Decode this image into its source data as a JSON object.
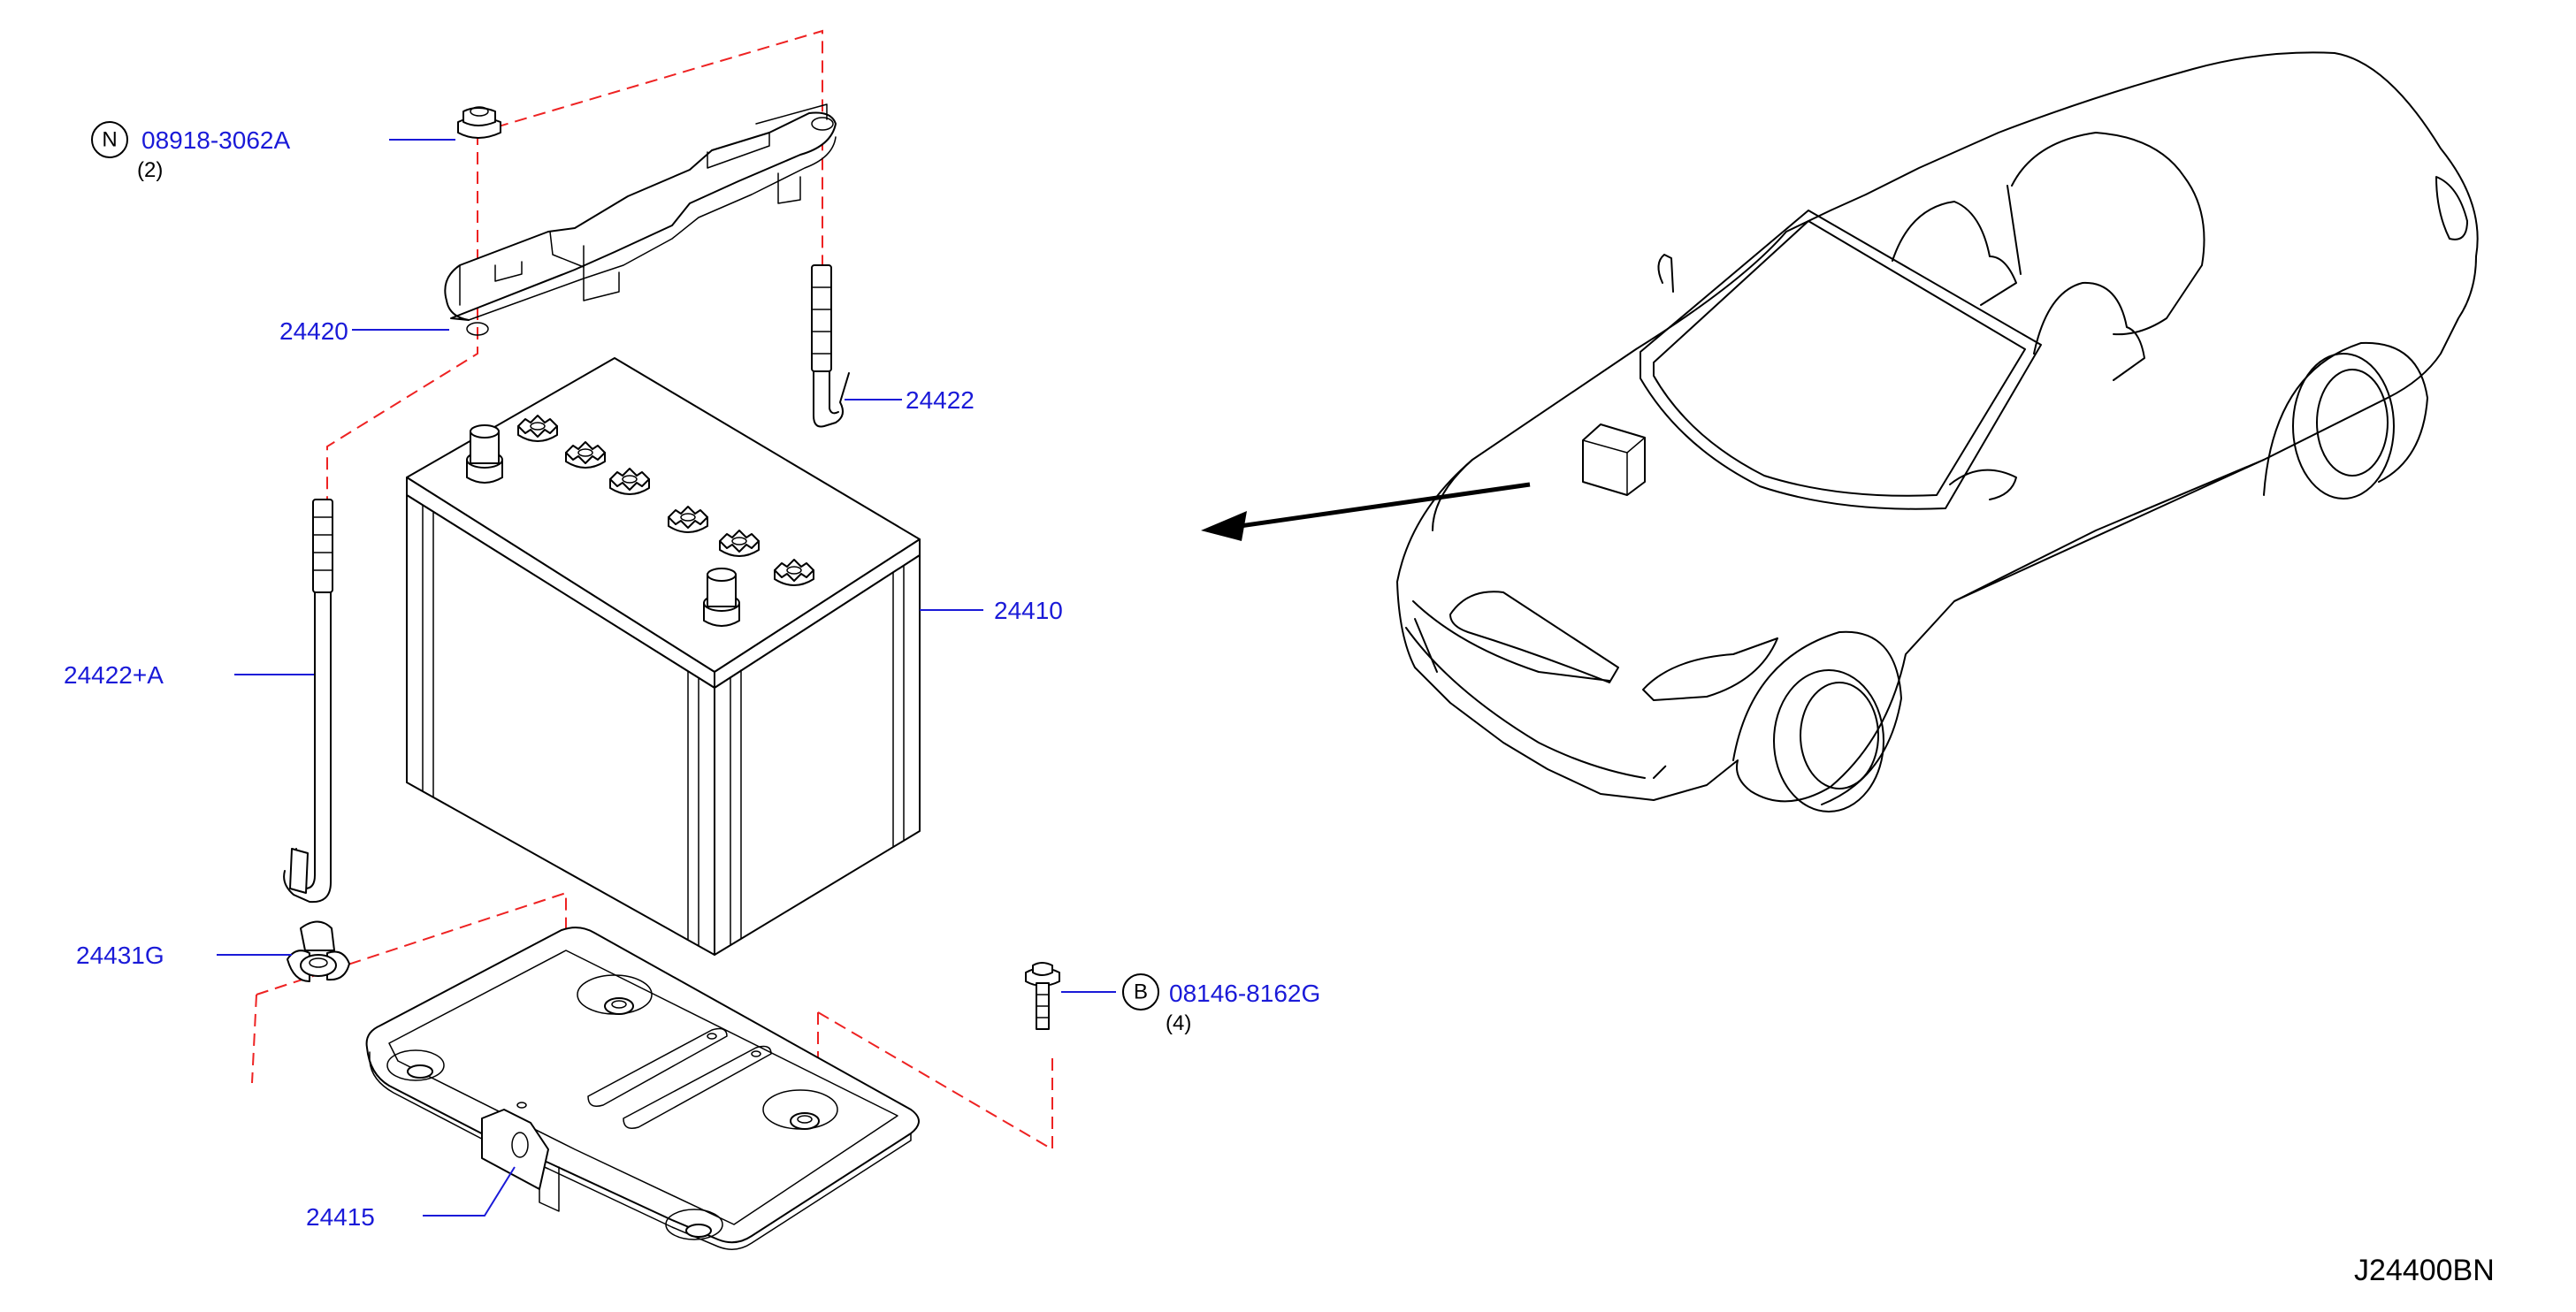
{
  "callouts": {
    "nut_prefix": "N",
    "nut_part": "08918-3062A",
    "nut_qty": "(2)",
    "frame": "24420",
    "rod_right": "24422",
    "rod_left": "24422+A",
    "battery": "24410",
    "cap": "24431G",
    "bolt_prefix": "B",
    "bolt_part": "08146-8162G",
    "bolt_qty": "(4)",
    "tray": "24415"
  },
  "diagram_code": "J24400BN",
  "colors": {
    "label": "#1a1ad8",
    "lines": "#000000",
    "assembly_guides": "#ee2222"
  }
}
